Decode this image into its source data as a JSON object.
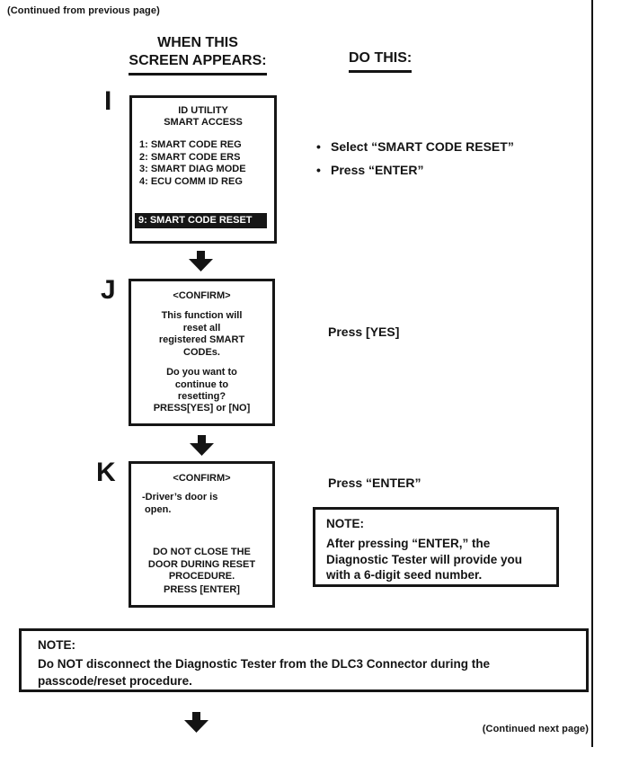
{
  "page": {
    "continued_from": "(Continued from previous page)",
    "continued_next": "(Continued next page)",
    "bullet": "•"
  },
  "headers": {
    "left_line1": "WHEN THIS",
    "left_line2": "SCREEN APPEARS:",
    "right": "DO THIS:"
  },
  "step_i": {
    "label": "I",
    "screen": {
      "title": "ID UTILITY\nSMART ACCESS",
      "menu": [
        "1: SMART CODE REG",
        "2: SMART CODE ERS",
        "3: SMART DIAG MODE",
        "4: ECU COMM ID REG"
      ],
      "highlighted": "9: SMART CODE RESET"
    },
    "instructions": [
      "Select “SMART CODE RESET”",
      "Press “ENTER”"
    ]
  },
  "step_j": {
    "label": "J",
    "screen": {
      "title": "<CONFIRM>",
      "body1": "This function will\nreset all\nregistered SMART\nCODEs.",
      "body2": "Do you want to\ncontinue to\nresetting?",
      "footer": "PRESS[YES] or [NO]"
    },
    "instruction": "Press [YES]"
  },
  "step_k": {
    "label": "K",
    "screen": {
      "title": "<CONFIRM>",
      "body1": "-Driver’s door is\n open.",
      "body2": "DO NOT CLOSE THE\nDOOR DURING RESET\nPROCEDURE.",
      "footer": "PRESS [ENTER]"
    },
    "instruction": "Press “ENTER”",
    "note": {
      "title": "NOTE:",
      "body": "After pressing “ENTER,” the\nDiagnostic Tester will provide you\nwith a 6-digit seed number."
    }
  },
  "bottom_note": {
    "title": "NOTE:",
    "body": "Do NOT disconnect the Diagnostic Tester from the DLC3 Connector during the\npasscode/reset procedure."
  }
}
